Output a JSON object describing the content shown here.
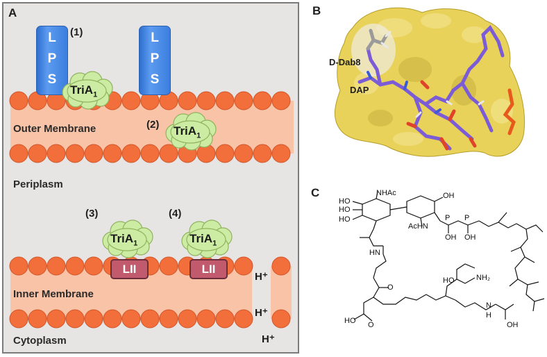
{
  "panel_a": {
    "letter": "A",
    "step_labels": [
      "(1)",
      "(2)",
      "(3)",
      "(4)"
    ],
    "lps_letters": [
      "L",
      "P",
      "S"
    ],
    "protein": {
      "name": "TriA",
      "subscript": "1"
    },
    "transporter": "LII",
    "regions": {
      "outer_membrane": "Outer Membrane",
      "periplasm": "Periplasm",
      "inner_membrane": "Inner Membrane",
      "cytoplasm": "Cytoplasm"
    },
    "proton": "H⁺",
    "colors": {
      "background": "#e6e5e3",
      "membrane_band": "#f8c3a6",
      "lipid_head": "#f26e3a",
      "lps": "#3b7ede",
      "protein_cloud": "#cdeca3",
      "transporter": "#c25a6e"
    }
  },
  "panel_b": {
    "letter": "B",
    "labels": {
      "residue": "D-Dab8",
      "dap": "DAP"
    },
    "colors": {
      "surface": "#e8d25a",
      "ligand_carbon": "#7b5cd6",
      "oxygen": "#e0432a",
      "phosphate": "#e85a1c"
    }
  },
  "panel_c": {
    "letter": "C",
    "atoms": {
      "nhac": "NHAc",
      "acHN": "AcHN",
      "ho": "HO",
      "oh": "OH",
      "o": "O",
      "p": "P",
      "nh": "NH",
      "hn": "HN",
      "n": "N",
      "nh2": "NH₂",
      "h": "H"
    }
  }
}
